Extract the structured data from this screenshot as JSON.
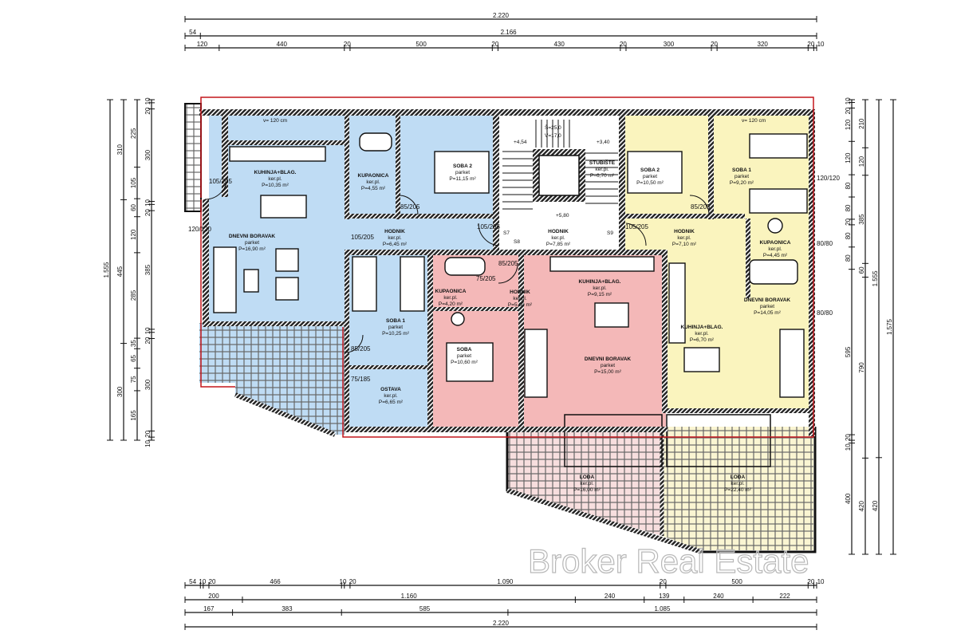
{
  "colors": {
    "unit_left": "#bfdcf4",
    "unit_middle": "#f4b8b8",
    "unit_right": "#faf4be",
    "outline_red": "#c4161c",
    "wall": "#2a2a2a"
  },
  "dimensions": {
    "top": [
      [
        "2.220"
      ],
      [
        "54",
        "2.166"
      ],
      [
        "120",
        "440",
        "20",
        "500",
        "20",
        "430",
        "20",
        "300",
        "20",
        "320",
        "20",
        "10"
      ]
    ],
    "bottom": [
      [
        "54",
        "10",
        "20",
        "466",
        "10",
        "20",
        "1.090",
        "20",
        "500",
        "20",
        "10"
      ],
      [
        "200",
        "1.160",
        "240",
        "139",
        "240",
        "222"
      ],
      [
        "167",
        "383",
        "585",
        "1.085"
      ],
      [
        "2.220"
      ]
    ],
    "left": [
      [
        "1.555"
      ],
      [
        "310",
        "445",
        "300"
      ],
      [
        "225",
        "105",
        "60",
        "120",
        "285",
        "35",
        "65",
        "75",
        "165"
      ],
      [
        "10",
        "20",
        "300",
        "10",
        "20",
        "385",
        "10",
        "20",
        "300",
        "20",
        "10"
      ]
    ],
    "right": [
      [
        "10",
        "20",
        "120",
        "120",
        "80",
        "80",
        "20",
        "80",
        "80",
        "595",
        "20",
        "10",
        "400"
      ],
      [
        "210",
        "120",
        "385",
        "60",
        "790",
        "420"
      ],
      [
        "1.555",
        "420"
      ],
      [
        "1.575"
      ]
    ]
  },
  "rooms": [
    {
      "name": "KUHINJA+BLAG.",
      "floor": "ker.pl.",
      "area": "P=10,35 m²"
    },
    {
      "name": "DNEVNI BORAVAK",
      "floor": "parket",
      "area": "P=16,90 m²"
    },
    {
      "name": "KUPAONICA",
      "floor": "ker.pl.",
      "area": "P=4,55 m²"
    },
    {
      "name": "SOBA 2",
      "floor": "parket",
      "area": "P=11,15 m²"
    },
    {
      "name": "HODNIK",
      "floor": "ker.pl.",
      "area": "P=6,45 m²"
    },
    {
      "name": "STUBIŠTE",
      "floor": "ker.pl.",
      "area": "P=6,70 m²"
    },
    {
      "name": "HODNIK",
      "floor": "ker.pl.",
      "area": "P=7,85 m²"
    },
    {
      "name": "SOBA 2",
      "floor": "parket",
      "area": "P=10,50 m²"
    },
    {
      "name": "SOBA 1",
      "floor": "parket",
      "area": "P=9,20 m²"
    },
    {
      "name": "HODNIK",
      "floor": "ker.pl.",
      "area": "P=7,10 m²"
    },
    {
      "name": "KUPAONICA",
      "floor": "ker.pl.",
      "area": "P=4,45 m²"
    },
    {
      "name": "DNEVNI BORAVAK",
      "floor": "parket",
      "area": "P=14,05 m²"
    },
    {
      "name": "KUHINJA+BLAG.",
      "floor": "ker.pl.",
      "area": "P=6,70 m²"
    },
    {
      "name": "KUPAONICA",
      "floor": "ker.pl.",
      "area": "P=4,20 m²"
    },
    {
      "name": "HODNIK",
      "floor": "ker.pl.",
      "area": "P=5,80 m²"
    },
    {
      "name": "KUHINJA+BLAG.",
      "floor": "ker.pl.",
      "area": "P=9,15 m²"
    },
    {
      "name": "SOBA",
      "floor": "parket",
      "area": "P=10,60 m²"
    },
    {
      "name": "DNEVNI BORAVAK",
      "floor": "parket",
      "area": "P=15,00 m²"
    },
    {
      "name": "SOBA 1",
      "floor": "parket",
      "area": "P=10,25 m²"
    },
    {
      "name": "OSTAVA",
      "floor": "ker.pl.",
      "area": "P=6,65 m²"
    },
    {
      "name": "LOĐA",
      "floor": "ker.pl.",
      "area": "P=16,00 m²"
    },
    {
      "name": "LOĐA",
      "floor": "ker.pl.",
      "area": "P=22,40 m²"
    }
  ],
  "notes": {
    "parapet_left": "v= 120 cm",
    "parapet_right": "v= 120 cm",
    "stair_s": "Š=25,0",
    "stair_v": "V=17,0",
    "level_1": "+4,54",
    "level_2": "+3,40",
    "level_3": "+5,80",
    "shaft_1": "S7",
    "shaft_2": "S8",
    "shaft_3": "S9"
  },
  "doors": [
    "105/205",
    "105/205",
    "85/205",
    "85/205",
    "105/205",
    "105/205",
    "85/205",
    "75/205",
    "85/205",
    "75/185",
    "120/120",
    "120/120",
    "80/80",
    "80/80"
  ],
  "watermark": "Broker Real Estate"
}
